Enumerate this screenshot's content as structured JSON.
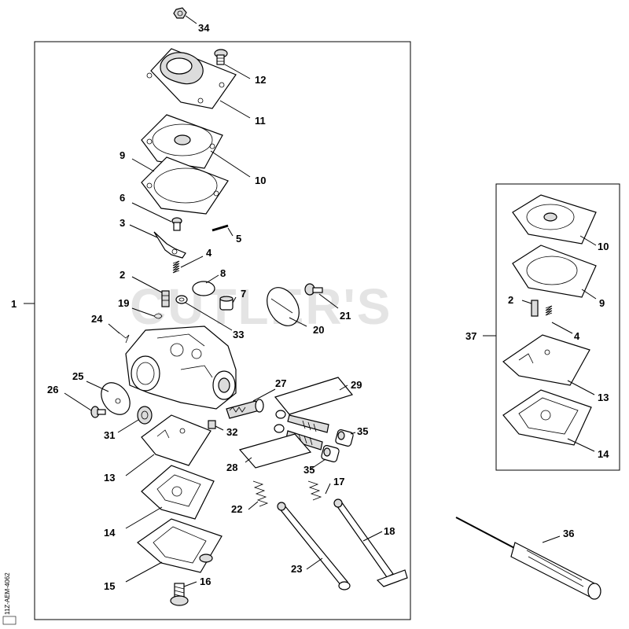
{
  "watermark": "CUTLER'S",
  "drawing_code": "11Z-AEM-4062",
  "labels": {
    "p1": "1",
    "p2a": "2",
    "p3": "3",
    "p4a": "4",
    "p5": "5",
    "p6": "6",
    "p7": "7",
    "p8": "8",
    "p9a": "9",
    "p10a": "10",
    "p11": "11",
    "p12": "12",
    "p13a": "13",
    "p14a": "14",
    "p15": "15",
    "p16": "16",
    "p17": "17",
    "p18": "18",
    "p19": "19",
    "p20": "20",
    "p21": "21",
    "p22": "22",
    "p23": "23",
    "p24": "24",
    "p25": "25",
    "p26": "26",
    "p27": "27",
    "p28": "28",
    "p29": "29",
    "p31": "31",
    "p32": "32",
    "p33": "33",
    "p34": "34",
    "p35a": "35",
    "p35b": "35",
    "p36": "36",
    "p37": "37",
    "p10b": "10",
    "p9b": "9",
    "p2b": "2",
    "p4b": "4",
    "p13b": "13",
    "p14b": "14"
  }
}
